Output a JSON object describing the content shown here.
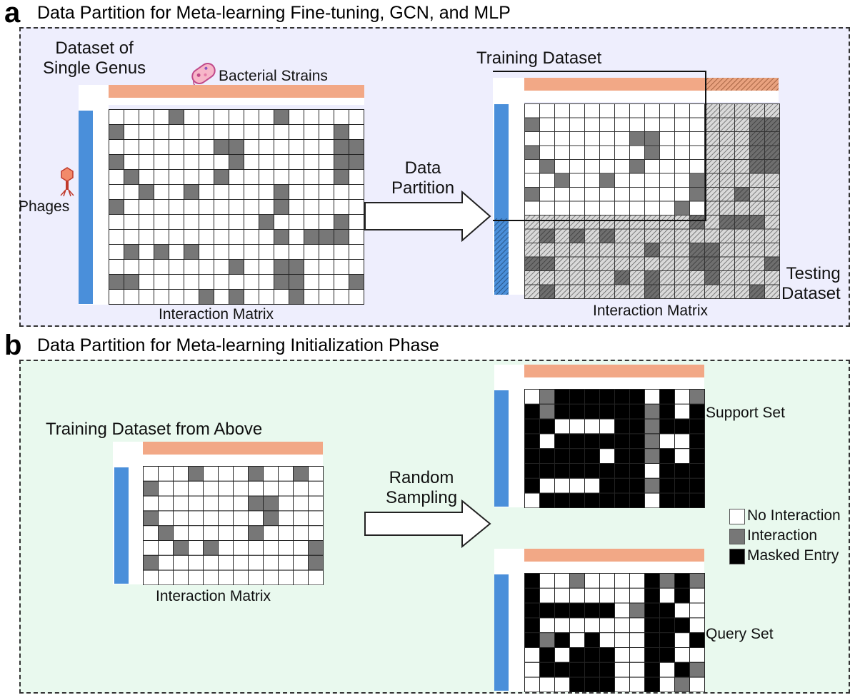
{
  "panel_a": {
    "letter": "a",
    "title": "Data Partition for Meta-learning Fine-tuning, GCN, and MLP",
    "dataset_label": "Dataset of\nSingle Genus",
    "bacteria_label": "Bacterial Strains",
    "phage_label": "Phages",
    "matrix_label_left": "Interaction Matrix",
    "arrow_label": "Data\nPartition",
    "training_label": "Training Dataset",
    "testing_label": "Testing\nDataset",
    "matrix_label_right": "Interaction Matrix"
  },
  "panel_b": {
    "letter": "b",
    "title": "Data Partition for Meta-learning Initialization Phase",
    "training_label": "Training Dataset from Above",
    "matrix_label": "Interaction Matrix",
    "arrow_label": "Random\nSampling",
    "support_label": "Support Set",
    "query_label": "Query Set"
  },
  "legend": {
    "items": [
      {
        "label": "No Interaction",
        "color": "#ffffff"
      },
      {
        "label": "Interaction",
        "color": "#777777"
      },
      {
        "label": "Masked Entry",
        "color": "#000000"
      }
    ]
  },
  "colors": {
    "bacteria_bar": "#f2a886",
    "phage_bar": "#4a8fda",
    "interaction": "#777777",
    "masked": "#000000",
    "panel_a_bg": "#eeeefd",
    "panel_b_bg": "#e9f9ee"
  },
  "icons": {
    "bacteria": "bacterium-icon",
    "phage": "phage-icon",
    "arrow": "arrow-right-icon"
  }
}
